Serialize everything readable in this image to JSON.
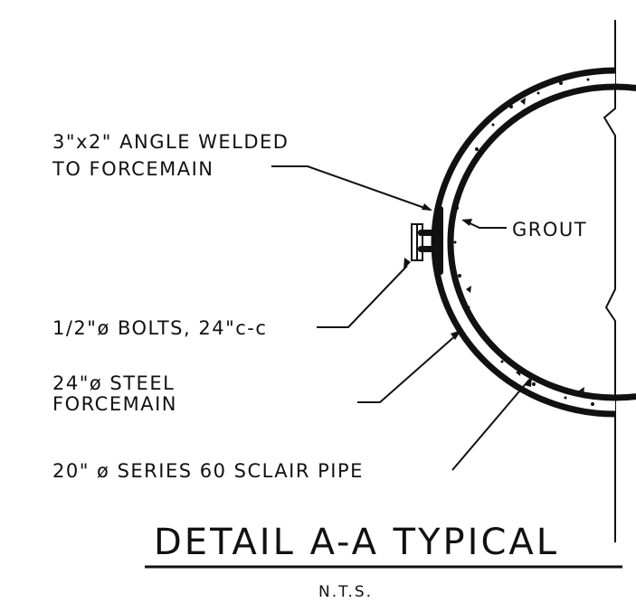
{
  "labels": {
    "angle_line1": "3\"x2\" ANGLE WELDED",
    "angle_line2": "TO FORCEMAIN",
    "grout": "GROUT",
    "bolts": "1/2\"ø BOLTS, 24\"c-c",
    "steel_line1": "24\"ø STEEL",
    "steel_line2": "FORCEMAIN",
    "sclair": "20\" ø SERIES 60 SCLAIR PIPE"
  },
  "title": "DETAIL A-A TYPICAL",
  "subtitle": "N.T.S."
}
